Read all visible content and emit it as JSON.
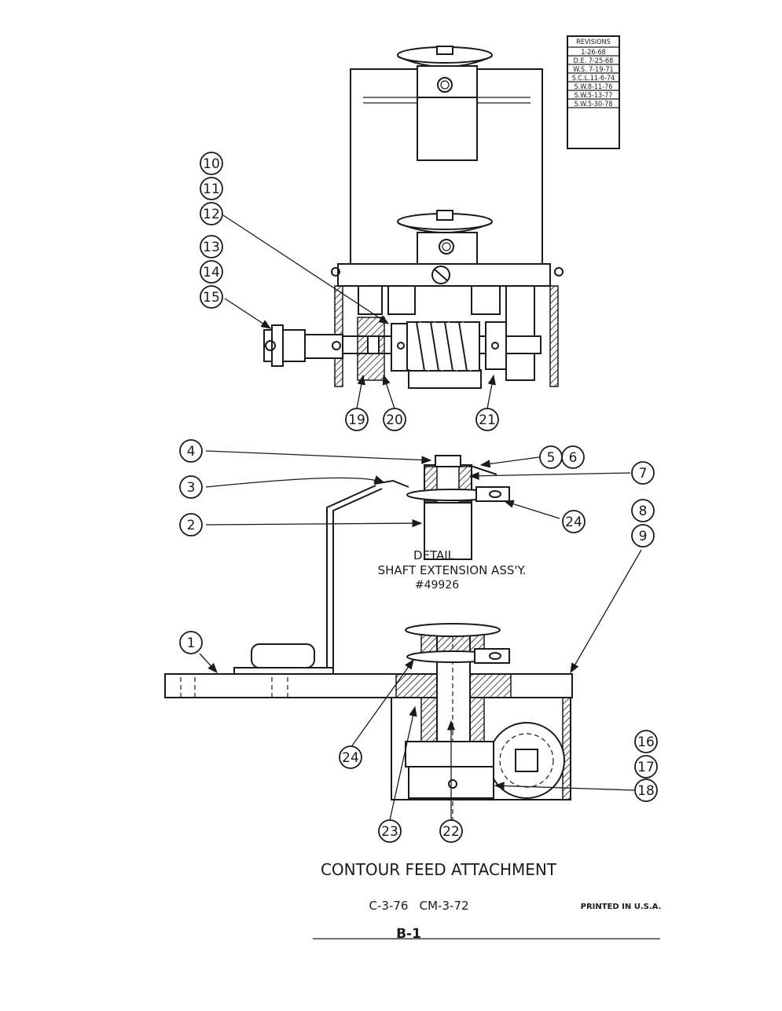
{
  "revisions": {
    "header": "REVISIONS",
    "entries": [
      "1-26-68",
      "D.E. 7-25-68",
      "W.S. 7-19-71",
      "S.C.L.11-6-74",
      "S.W.8-11-76",
      "S.W.5-13-77",
      "S.W.5-30-78"
    ]
  },
  "balloons": [
    "1",
    "2",
    "3",
    "4",
    "5",
    "6",
    "7",
    "8",
    "9",
    "10",
    "11",
    "12",
    "13",
    "14",
    "15",
    "16",
    "17",
    "18",
    "19",
    "20",
    "21",
    "22",
    "23",
    "24",
    "24"
  ],
  "detail": {
    "line1": "DETAIL",
    "line2": "SHAFT EXTENSION ASS'Y.",
    "line3": "#49926"
  },
  "footer": {
    "title": "CONTOUR FEED ATTACHMENT",
    "codes": "C-3-76   CM-3-72",
    "printed": "PRINTED IN U.S.A.",
    "page": "B-1"
  }
}
